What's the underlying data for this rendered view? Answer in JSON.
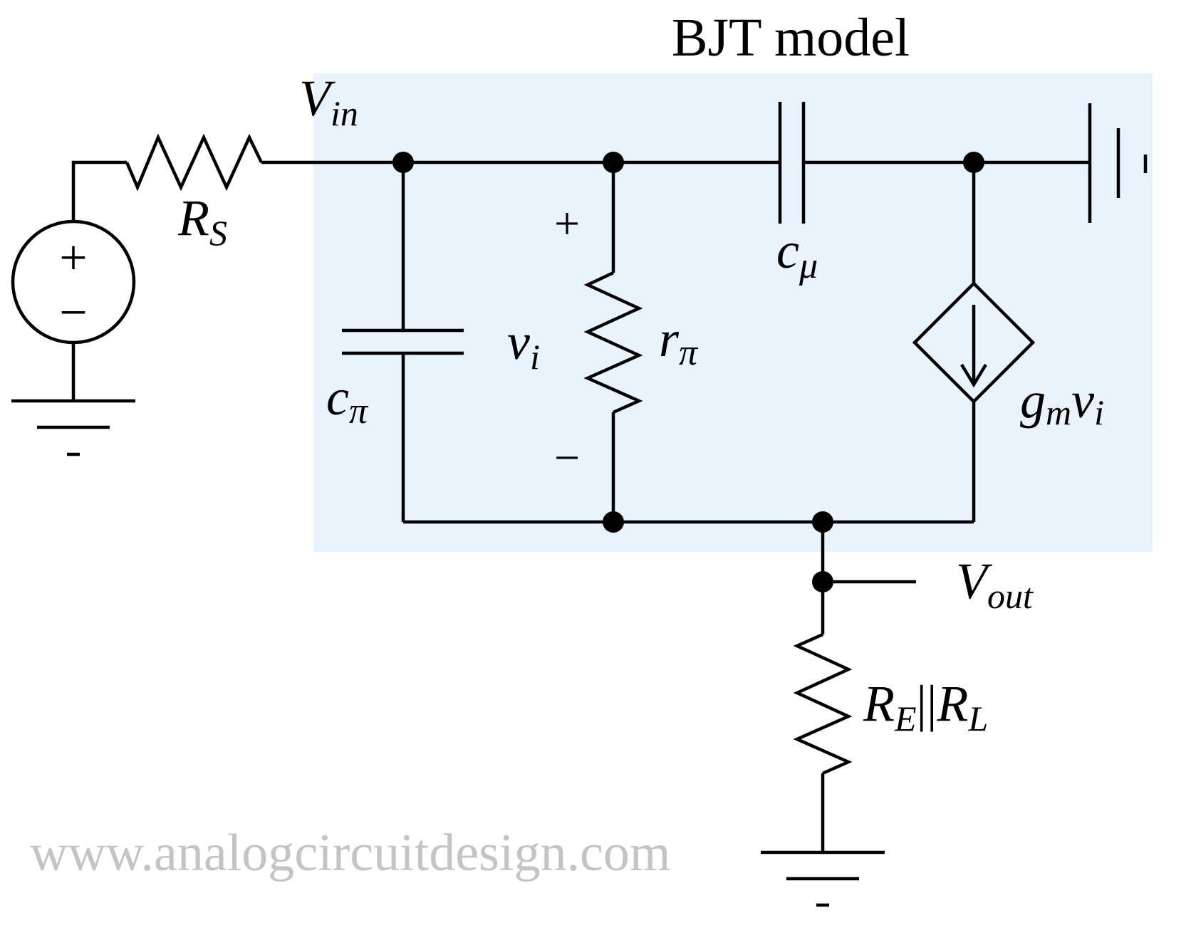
{
  "title": "BJT model",
  "watermark": "www.analogcircuitdesign.com",
  "colors": {
    "model_box": "#e8f3fc",
    "wire": "#000000",
    "watermark": "#c4c4c4"
  },
  "source": {
    "plus": "+",
    "minus": "−"
  },
  "labels": {
    "vin": {
      "main": "V",
      "sub": "in"
    },
    "rs": {
      "main": "R",
      "sub": "S"
    },
    "c_pi": {
      "main": "c",
      "sub": "π"
    },
    "v_i": {
      "main": "v",
      "sub": "i"
    },
    "r_pi": {
      "main": "r",
      "sub": "π"
    },
    "c_mu": {
      "main": "c",
      "sub": "μ"
    },
    "gm_vi": {
      "g": "g",
      "m": "m",
      "v": "v",
      "i": "i"
    },
    "vout": {
      "main": "V",
      "sub": "out"
    },
    "re_rl": {
      "r1": "R",
      "s1": "E",
      "bars": "||",
      "r2": "R",
      "s2": "L"
    },
    "plus": "+",
    "minus": "−"
  }
}
